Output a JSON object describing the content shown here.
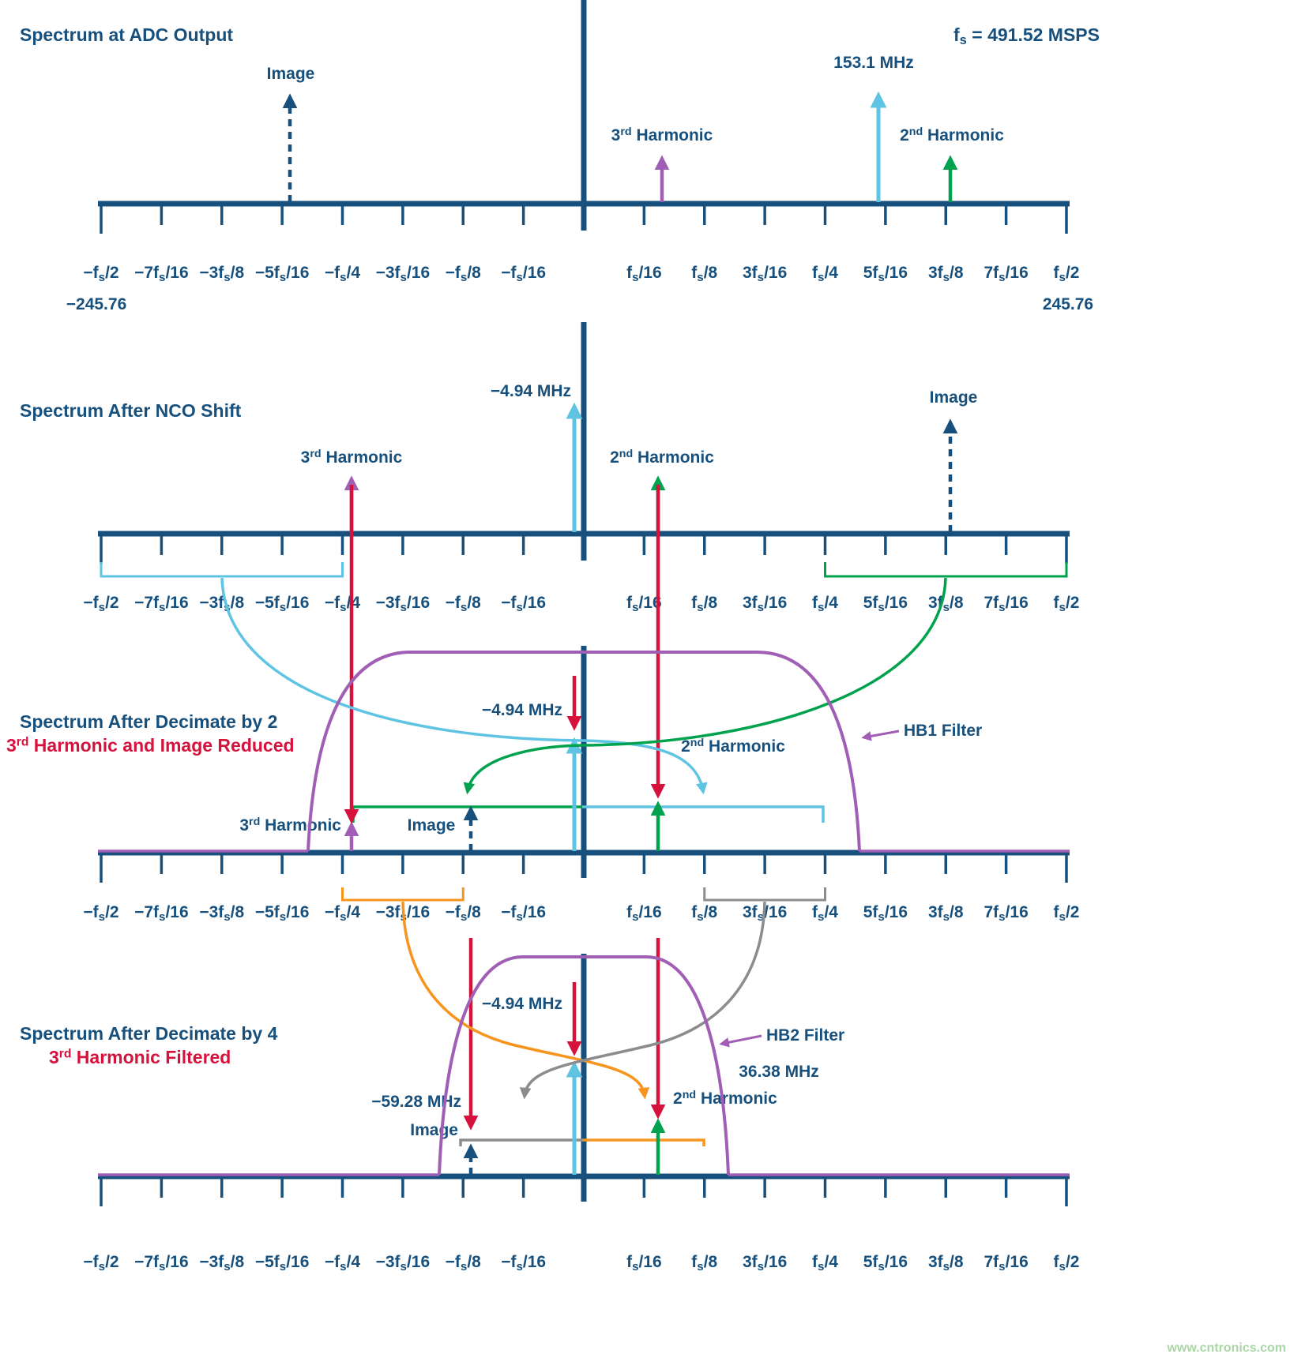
{
  "colors": {
    "navy": "#17507C",
    "cyan": "#5FC4E3",
    "green": "#00A24D",
    "purple": "#A05EB5",
    "red": "#D6113C",
    "orange": "#F7941E",
    "gray": "#8A8C8E",
    "watermark": "#A9D6A4"
  },
  "tick_labels": [
    "−f_s_/2",
    "−7f_s_/16",
    "−3f_s_/8",
    "−5f_s_/16",
    "−f_s_/4",
    "−3f_s_/16",
    "−f_s_/8",
    "−f_s_/16",
    "f_s_/16",
    "f_s_/8",
    "3f_s_/16",
    "f_s_/4",
    "5f_s_/16",
    "3f_s_/8",
    "7f_s_/16",
    "f_s_/2"
  ],
  "sections": {
    "adc": {
      "title": "Spectrum at ADC Output",
      "fs_label": "f_s_ = 491.52 MSPS",
      "left_end_value": "−245.76",
      "right_end_value": "245.76",
      "image_label": "Image",
      "third_harmonic_label": "3^rd^ Harmonic",
      "signal_freq_label": "153.1 MHz",
      "second_harmonic_label": "2^nd^ Harmonic"
    },
    "nco": {
      "title": "Spectrum After NCO Shift",
      "signal_freq_label": "−4.94 MHz",
      "third_harmonic_label": "3^rd^ Harmonic",
      "second_harmonic_label": "2^nd^ Harmonic",
      "image_label": "Image"
    },
    "dec2": {
      "title": "Spectrum After Decimate by 2",
      "subtitle": "3^rd^ Harmonic and Image Reduced",
      "signal_freq_label": "−4.94 MHz",
      "third_harmonic_label": "3^rd^ Harmonic",
      "image_label": "Image",
      "second_harmonic_label": "2^nd^ Harmonic",
      "filter_label": "HB1 Filter"
    },
    "dec4": {
      "title": "Spectrum After Decimate by 4",
      "subtitle": "3^rd^ Harmonic Filtered",
      "signal_freq_label": "−4.94 MHz",
      "image_freq_label": "−59.28 MHz",
      "image_label": "Image",
      "second_harmonic_freq_label": "36.38 MHz",
      "second_harmonic_label": "2^nd^ Harmonic",
      "filter_label": "HB2 Filter"
    }
  },
  "watermark": "www.cntronics.com"
}
